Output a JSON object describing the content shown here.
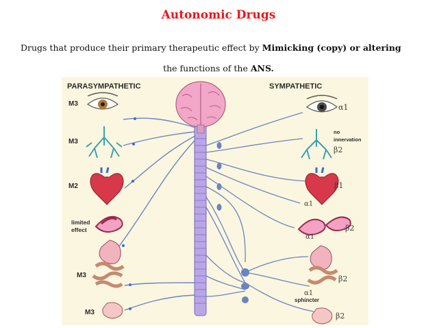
{
  "title": "Autonomic Drugs",
  "intro": {
    "part1": "Drugs that produce their primary  therapeutic effect by ",
    "bold1": "Mimicking (copy) or  altering",
    "part2": "the functions of the ",
    "bold2": "ANS."
  },
  "figure": {
    "left_heading": "PARASYMPATHETIC",
    "right_heading": "SYMPATHETIC",
    "left_labels": {
      "eye": "M3",
      "lungs": "M3",
      "heart": "M2",
      "vessel_line1": "limited",
      "vessel_line2": "effect",
      "gut": "M3",
      "bladder": "M3"
    },
    "right_labels": {
      "eye": "α1",
      "lungs_line1": "no",
      "lungs_line2": "innervation",
      "lungs_beta": "β2",
      "heart": "β1",
      "vessel_alpha_top": "α1",
      "vessel_alpha_bottom": "α1",
      "vessel_beta": "β2",
      "gut_beta": "β2",
      "gut_alpha": "α1",
      "sphincter": "sphincter",
      "bladder": "β2"
    },
    "colors": {
      "cord": "#b8a6e6",
      "nerve": "#6a84c2",
      "brain": "#f2a6c8",
      "background": "#fbf6df"
    }
  }
}
